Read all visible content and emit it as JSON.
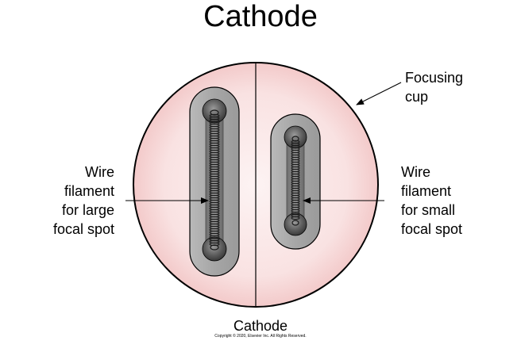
{
  "title": "Cathode",
  "labels": {
    "focusing_cup": [
      "Focusing",
      "cup"
    ],
    "large_filament": [
      "Wire",
      "filament",
      "for large",
      "focal spot"
    ],
    "small_filament": [
      "Wire",
      "filament",
      "for small",
      "focal spot"
    ]
  },
  "caption": "Cathode",
  "copyright": "Copyright © 2020, Elsevier Inc. All Rights Reserved.",
  "colors": {
    "cup_fill": "#f6d2d2",
    "slot_fill": "#a9a9a9",
    "outline": "#000000"
  }
}
